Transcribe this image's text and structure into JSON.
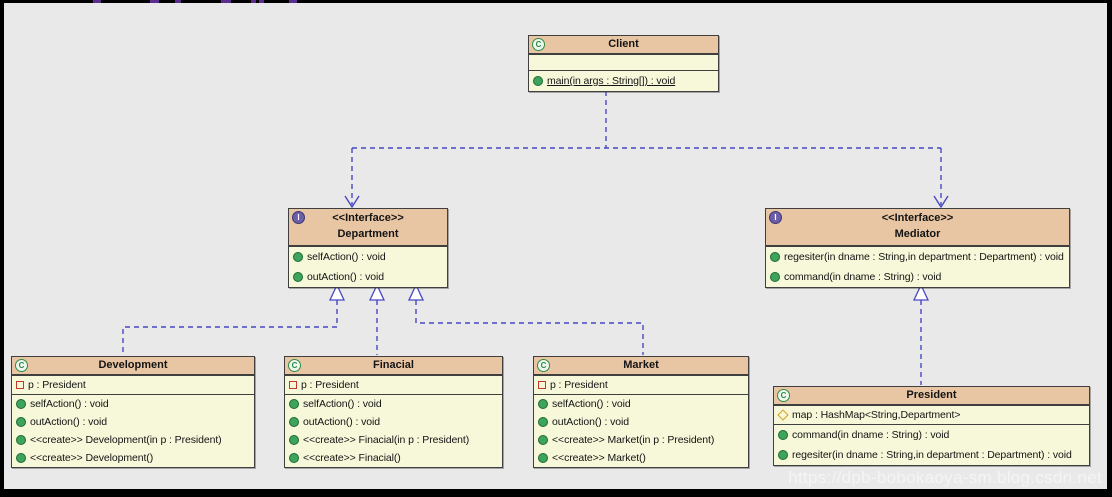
{
  "watermark": "https://dpb-bobokaoya-sm.blog.csdn.net",
  "icons": {
    "class_letter": "C",
    "interface_letter": "I"
  },
  "colors": {
    "background": "#e9e9e9",
    "header_fill": "#e9c6a3",
    "body_fill": "#f7f7da",
    "box_border": "#3f3f3f",
    "connector": "#4747c3",
    "class_icon_green": "#2e8b44",
    "interface_icon_purple": "#6a5fa8",
    "method_dot_green": "#3fa45b",
    "private_square_red": "#c0392b",
    "package_diamond_gold": "#d4a017"
  },
  "classes": {
    "client": {
      "name": "Client",
      "ops": [
        {
          "text": "main(in args : String[]) : void",
          "static": true
        }
      ]
    },
    "department": {
      "stereotype": "<<Interface>>",
      "name": "Department",
      "ops": [
        {
          "text": "selfAction() : void"
        },
        {
          "text": "outAction() : void"
        }
      ]
    },
    "mediator": {
      "stereotype": "<<Interface>>",
      "name": "Mediator",
      "ops": [
        {
          "text": "regesiter(in dname : String,in department : Department) : void"
        },
        {
          "text": "command(in dname : String) : void"
        }
      ]
    },
    "development": {
      "name": "Development",
      "attrs": [
        {
          "text": "p : President",
          "visibility": "private"
        }
      ],
      "ops": [
        {
          "text": "selfAction() : void"
        },
        {
          "text": "outAction() : void"
        },
        {
          "text": "<<create>> Development(in p : President)"
        },
        {
          "text": "<<create>> Development()"
        }
      ]
    },
    "finacial": {
      "name": "Finacial",
      "attrs": [
        {
          "text": "p : President",
          "visibility": "private"
        }
      ],
      "ops": [
        {
          "text": "selfAction() : void"
        },
        {
          "text": "outAction() : void"
        },
        {
          "text": "<<create>> Finacial(in p : President)"
        },
        {
          "text": "<<create>> Finacial()"
        }
      ]
    },
    "market": {
      "name": "Market",
      "attrs": [
        {
          "text": "p : President",
          "visibility": "private"
        }
      ],
      "ops": [
        {
          "text": "selfAction() : void"
        },
        {
          "text": "outAction() : void"
        },
        {
          "text": "<<create>> Market(in p : President)"
        },
        {
          "text": "<<create>> Market()"
        }
      ]
    },
    "president": {
      "name": "President",
      "attrs": [
        {
          "text": "map : HashMap<String,Department>",
          "visibility": "package"
        }
      ],
      "ops": [
        {
          "text": "command(in dname : String) : void"
        },
        {
          "text": "regesiter(in dname : String,in department : Department) : void"
        }
      ]
    }
  },
  "relations": [
    {
      "from": "Client",
      "to": "Department",
      "type": "dependency"
    },
    {
      "from": "Client",
      "to": "Mediator",
      "type": "dependency"
    },
    {
      "from": "Development",
      "to": "Department",
      "type": "realization"
    },
    {
      "from": "Finacial",
      "to": "Department",
      "type": "realization"
    },
    {
      "from": "Market",
      "to": "Department",
      "type": "realization"
    },
    {
      "from": "President",
      "to": "Mediator",
      "type": "realization"
    }
  ]
}
